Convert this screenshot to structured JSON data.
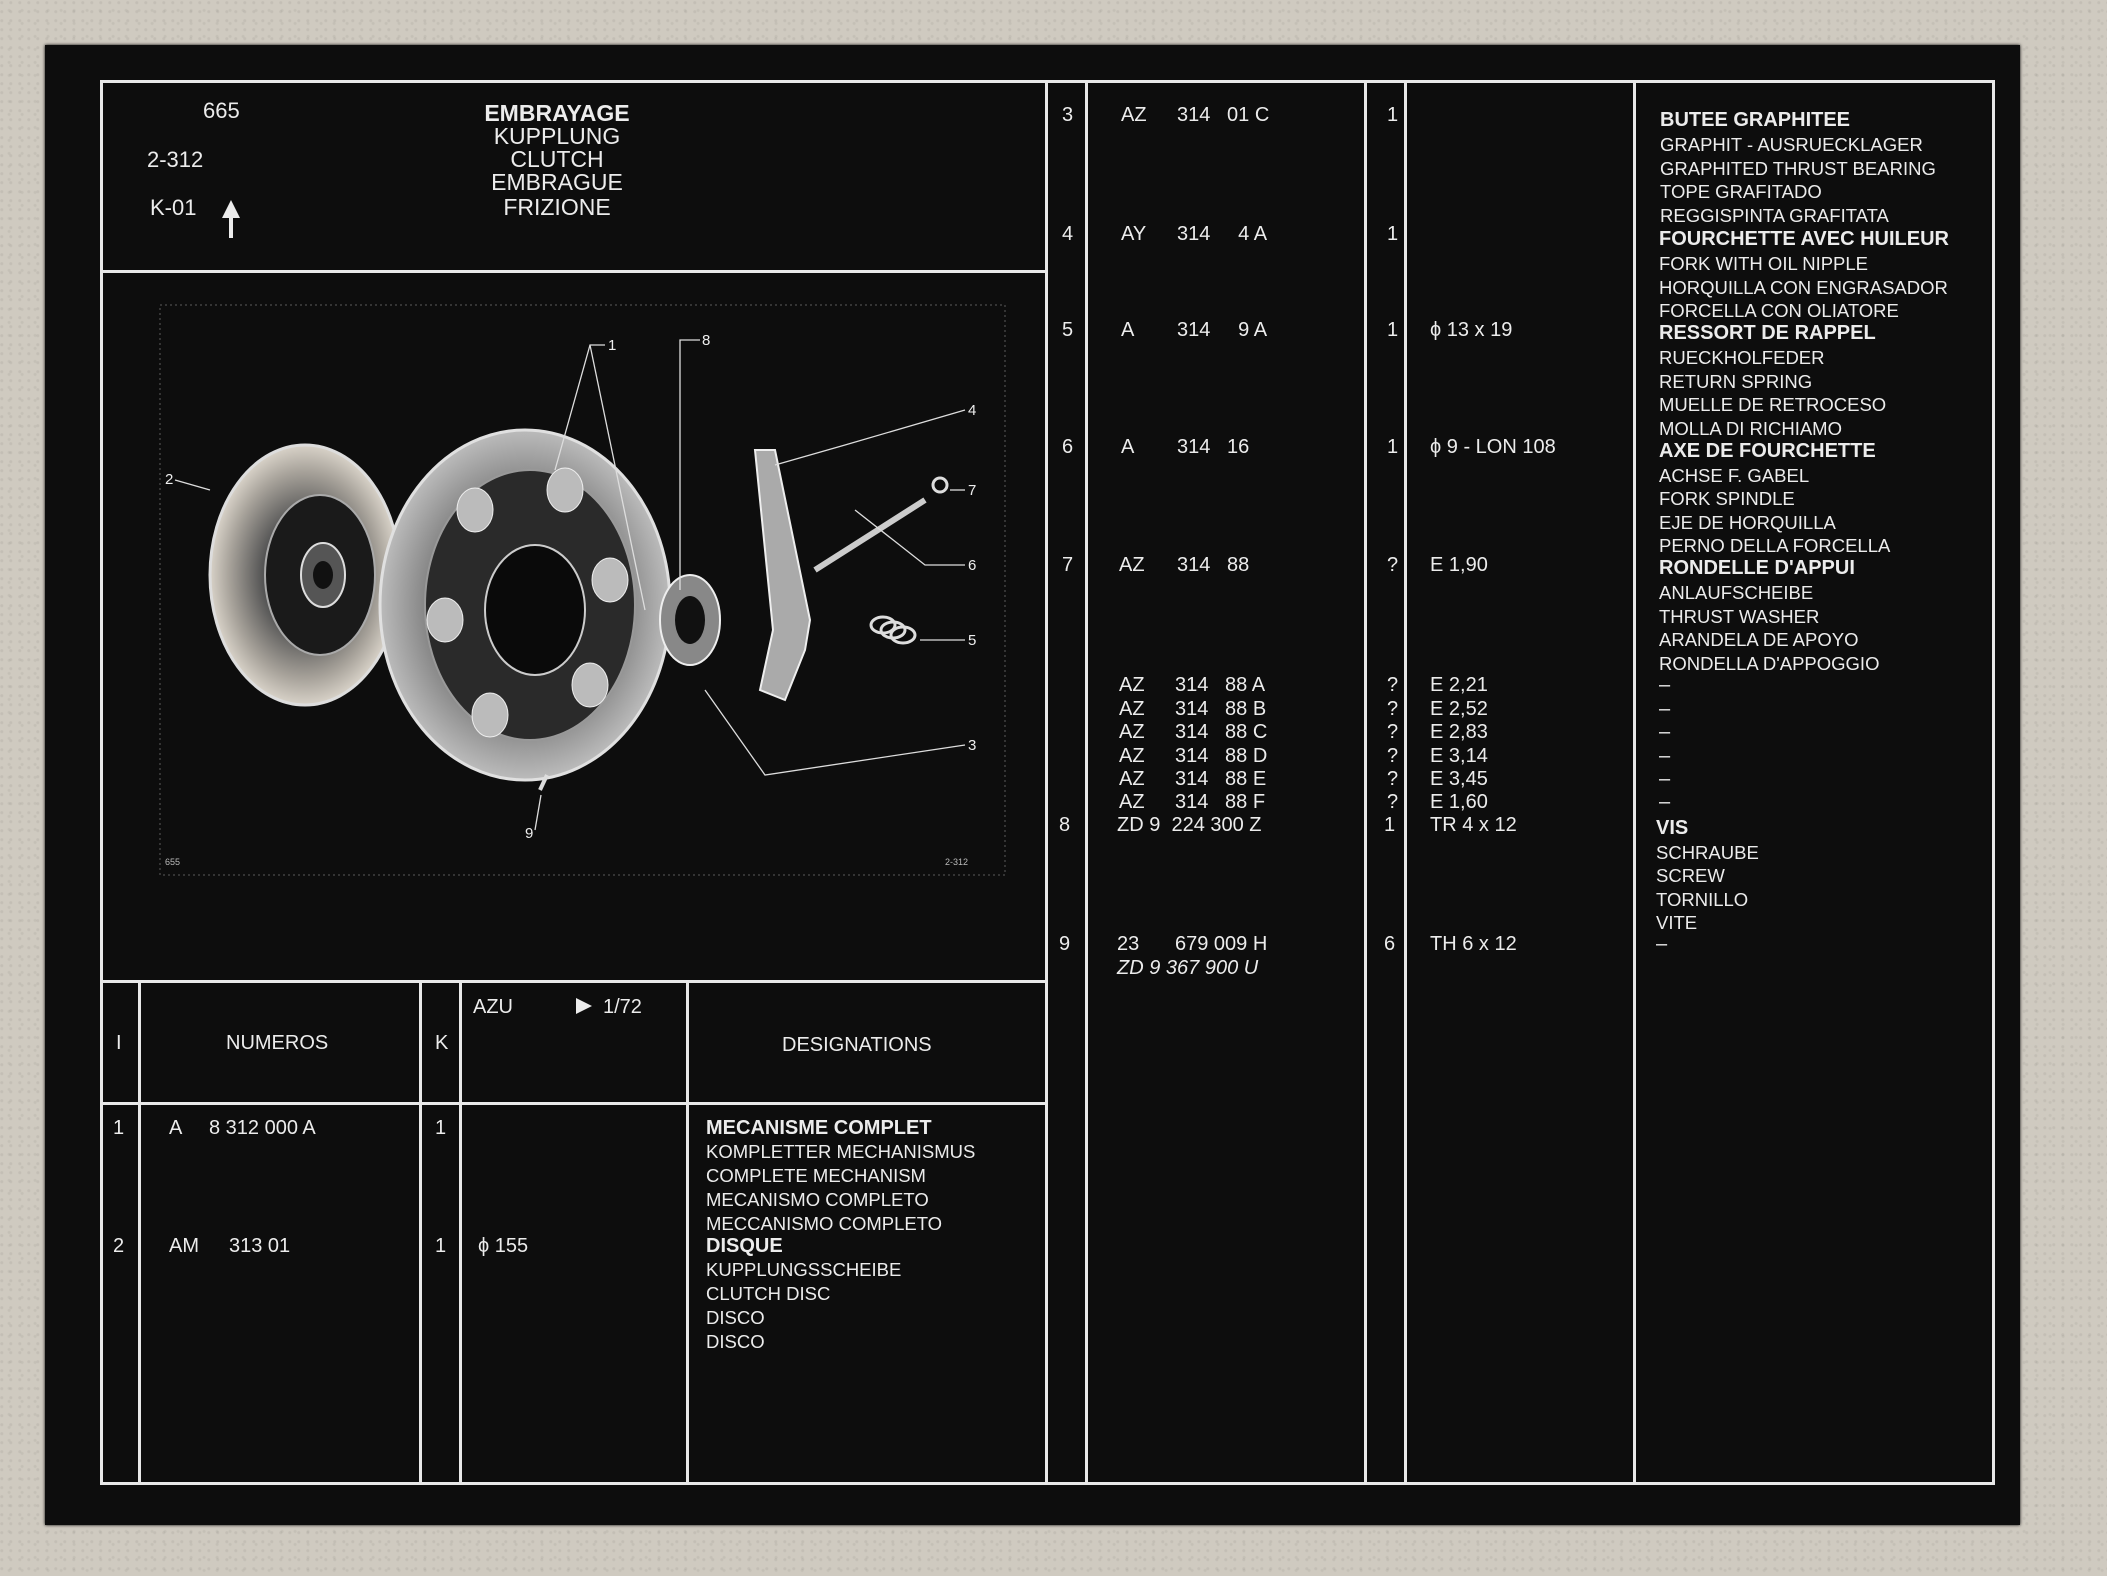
{
  "header": {
    "page_no": "665",
    "group": "2-312",
    "ref": "K-01",
    "titles": [
      "EMBRAYAGE",
      "KUPPLUNG",
      "CLUTCH",
      "EMBRAGUE",
      "FRIZIONE"
    ]
  },
  "figure": {
    "callouts": [
      "1",
      "2",
      "3",
      "4",
      "5",
      "6",
      "7",
      "8",
      "9"
    ],
    "corner_left": "655",
    "corner_right": "2-312"
  },
  "table_head": {
    "col_item": "I",
    "col_numbers": "NUMEROS",
    "col_k": "K",
    "azu": "AZU",
    "azu_ref": "1/72",
    "col_designations": "DESIGNATIONS"
  },
  "left_rows": [
    {
      "item": "1",
      "prefix": "A",
      "number": "8 312 000 A",
      "qty": "1",
      "spec": "",
      "desig": [
        "MECANISME COMPLET",
        "KOMPLETTER MECHANISMUS",
        "COMPLETE MECHANISM",
        "MECANISMO COMPLETO",
        "MECCANISMO COMPLETO"
      ]
    },
    {
      "item": "2",
      "prefix": "AM",
      "number": "313   01",
      "qty": "1",
      "spec": "ϕ 155",
      "desig": [
        "DISQUE",
        "KUPPLUNGSSCHEIBE",
        "CLUTCH DISC",
        "DISCO",
        "DISCO"
      ]
    }
  ],
  "right_rows": [
    {
      "item": "3",
      "prefix": "AZ",
      "number": "314   01 C",
      "qty": "1",
      "spec": "",
      "desig": [
        "BUTEE GRAPHITEE",
        "GRAPHIT - AUSRUECKLAGER",
        "GRAPHITED THRUST BEARING",
        "TOPE GRAFITADO",
        "REGGISPINTA GRAFITATA"
      ]
    },
    {
      "item": "4",
      "prefix": "AY",
      "number": "314     4 A",
      "qty": "1",
      "spec": "",
      "desig": [
        "FOURCHETTE AVEC HUILEUR",
        "FORK WITH OIL NIPPLE",
        "HORQUILLA CON ENGRASADOR",
        "FORCELLA CON OLIATORE"
      ]
    },
    {
      "item": "5",
      "prefix": "A",
      "number": "314     9 A",
      "qty": "1",
      "spec": "ϕ 13 x 19",
      "desig": [
        "RESSORT DE RAPPEL",
        "RUECKHOLFEDER",
        "RETURN SPRING",
        "MUELLE DE RETROCESO",
        "MOLLA DI RICHIAMO"
      ]
    },
    {
      "item": "6",
      "prefix": "A",
      "number": "314   16",
      "qty": "1",
      "spec": "ϕ 9 - LON 108",
      "desig": [
        "AXE DE FOURCHETTE",
        "ACHSE F. GABEL",
        "FORK SPINDLE",
        "EJE DE HORQUILLA",
        "PERNO DELLA FORCELLA"
      ]
    },
    {
      "item": "7",
      "prefix": "AZ",
      "number": "314   88",
      "qty": "?",
      "spec": "E 1,90",
      "desig": [
        "RONDELLE D'APPUI",
        "ANLAUFSCHEIBE",
        "THRUST WASHER",
        "ARANDELA DE APOYO",
        "RONDELLA D'APPOGGIO"
      ]
    }
  ],
  "variants": [
    {
      "prefix": "AZ",
      "number": "314   88 A",
      "qty": "?",
      "spec": "E 2,21",
      "desig": "–"
    },
    {
      "prefix": "AZ",
      "number": "314   88 B",
      "qty": "?",
      "spec": "E 2,52",
      "desig": "–"
    },
    {
      "prefix": "AZ",
      "number": "314   88 C",
      "qty": "?",
      "spec": "E 2,83",
      "desig": "–"
    },
    {
      "prefix": "AZ",
      "number": "314   88 D",
      "qty": "?",
      "spec": "E 3,14",
      "desig": "–"
    },
    {
      "prefix": "AZ",
      "number": "314   88 E",
      "qty": "?",
      "spec": "E 3,45",
      "desig": "–"
    },
    {
      "prefix": "AZ",
      "number": "314   88 F",
      "qty": "?",
      "spec": "E 1,60",
      "desig": "–"
    }
  ],
  "row8": {
    "item": "8",
    "number": "ZD 9  224 300 Z",
    "qty": "1",
    "spec": "TR 4 x 12",
    "desig": [
      "VIS",
      "SCHRAUBE",
      "SCREW",
      "TORNILLO",
      "VITE"
    ]
  },
  "row9": {
    "item": "9",
    "prefix": "23",
    "number": "679 009 H",
    "alt": "ZD 9 367 900 U",
    "qty": "6",
    "spec": "TH 6 x 12",
    "desig": "–"
  }
}
